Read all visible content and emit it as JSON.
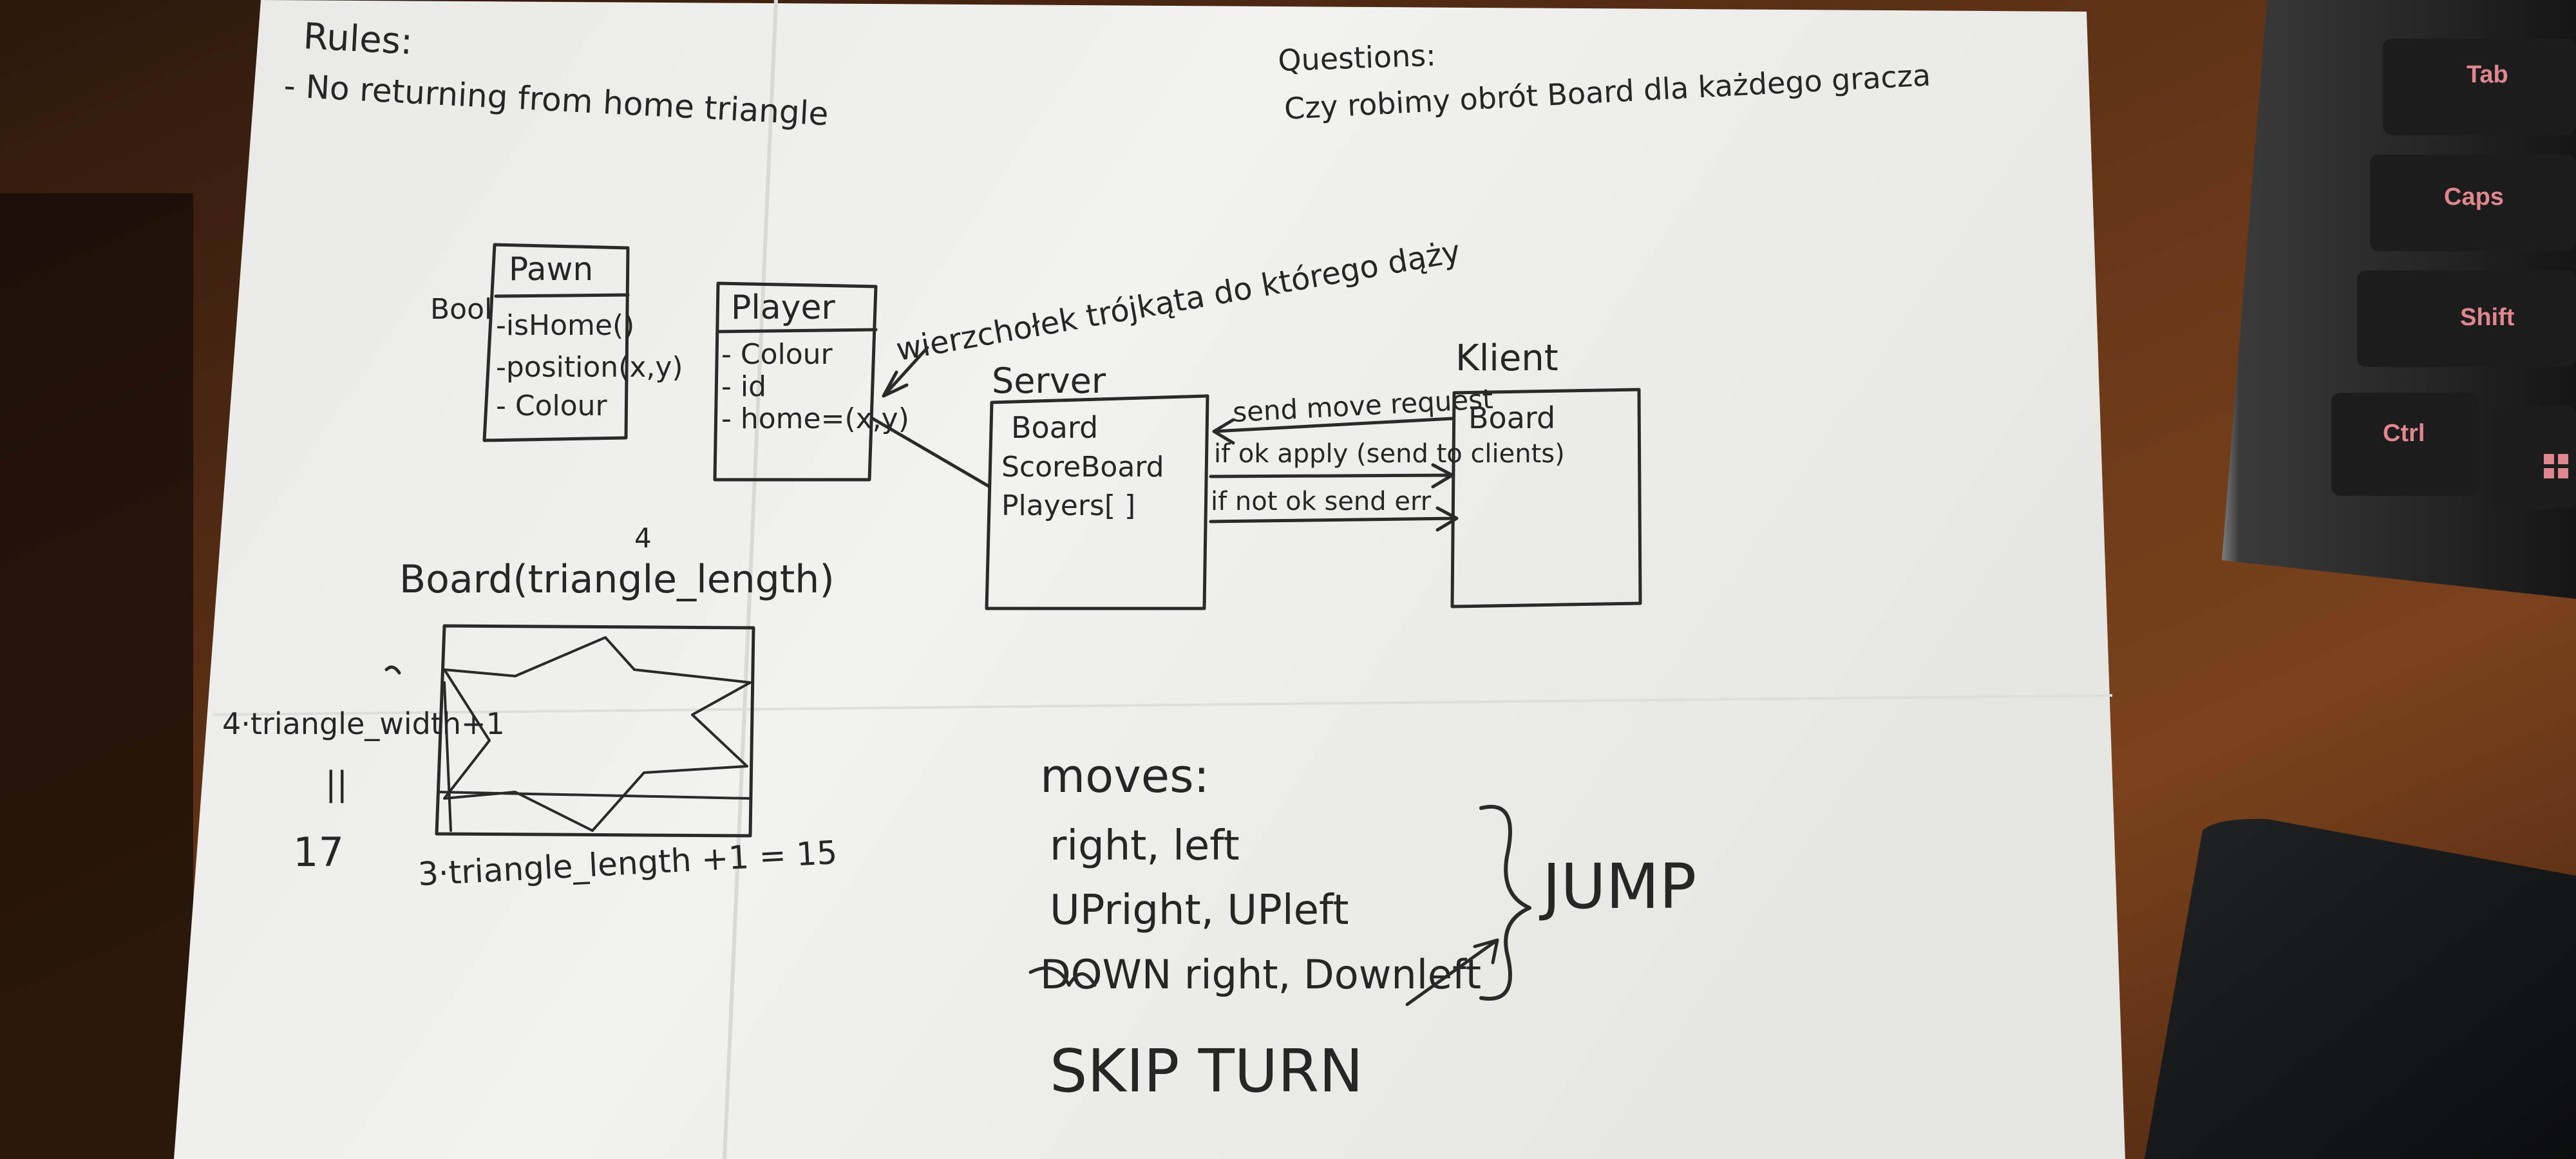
{
  "note": {
    "rules": {
      "title": "Rules:",
      "items": [
        "- No returning from home triangle"
      ]
    },
    "questions": {
      "title": "Questions:",
      "text": "Czy robimy obrót Board dla każdego gracza"
    },
    "annotation_vertex": "wierzchołek trójkąta do którego dąży",
    "pawn": {
      "title": "Pawn",
      "fields": [
        "-isHome()",
        "-position(x,y)",
        "- Colour"
      ],
      "type_label": "Bool"
    },
    "player": {
      "title": "Player",
      "fields": [
        "- Colour",
        "- id",
        "- home=(x,y)"
      ]
    },
    "server": {
      "title": "Server",
      "fields": [
        "Board",
        "ScoreBoard",
        "Players[ ]"
      ]
    },
    "client": {
      "title": "Klient",
      "fields": [
        "Board"
      ]
    },
    "messages": [
      "send move request",
      "if ok apply (send to clients)",
      "if not ok send err"
    ],
    "board": {
      "title": "Board(triangle_length)",
      "superscript": "4",
      "width_label": "4·triangle_width+1",
      "equals": "||",
      "width_value": "17",
      "length_label": "3·triangle_length +1 = 15"
    },
    "moves": {
      "title": "moves:",
      "items": [
        "right, left",
        "UPright, UPleft",
        "DOWN right, Downleft"
      ],
      "skip": "SKIP TURN",
      "jump": "JUMP"
    }
  },
  "keyboard": {
    "keys": [
      "Tab",
      "Caps",
      "Shift",
      "Ctrl"
    ],
    "key_color": "#e0868e"
  },
  "colors": {
    "desk": "#5e3217",
    "paper": "#eeeeec",
    "ink": "#2a2a2a"
  }
}
